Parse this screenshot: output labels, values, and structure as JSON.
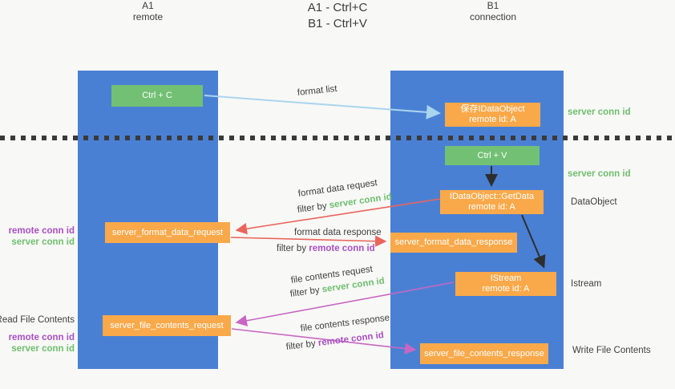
{
  "title": {
    "line1": "A1 - Ctrl+C",
    "line2": "B1 - Ctrl+V"
  },
  "lifelines": {
    "a1": {
      "name": "A1",
      "subtitle": "remote"
    },
    "b1": {
      "name": "B1",
      "subtitle": "connection"
    }
  },
  "nodes": {
    "ctrl_c": {
      "label": "Ctrl + C"
    },
    "save_idataobject": {
      "line1": "保存IDataObject",
      "line2": "remote id: A"
    },
    "ctrl_v": {
      "label": "Ctrl + V"
    },
    "getdata": {
      "line1": "IDataObject::GetData",
      "line2": "remote id: A"
    },
    "format_request": {
      "label": "server_format_data_request"
    },
    "format_response": {
      "label": "server_format_data_response"
    },
    "istream": {
      "line1": "IStream",
      "line2": "remote id: A"
    },
    "file_request": {
      "label": "server_file_contents_request"
    },
    "file_response": {
      "label": "server_file_contents_response"
    }
  },
  "arrows": {
    "format_list": {
      "label": "format list"
    },
    "format_data_request": {
      "label": "format data request",
      "filter_prefix": "filter by ",
      "filter_key": "server conn id"
    },
    "format_data_response": {
      "label": "format data response",
      "filter_prefix": "filter by ",
      "filter_key": "remote conn id"
    },
    "file_contents_request": {
      "label": "file contents request",
      "filter_prefix": "filter by ",
      "filter_key": "server conn id"
    },
    "file_contents_response": {
      "label": "file contents response",
      "filter_prefix": "filter by ",
      "filter_key": "remote conn id"
    }
  },
  "side_labels": {
    "right_top_conn": "server conn id",
    "right_mid_conn": "server conn id",
    "data_object": "DataObject",
    "istream": "Istream",
    "write_file_contents": "Write File Contents",
    "read_file_contents": "Read File Contents",
    "left_format_remote": "remote conn id",
    "left_format_server": "server conn id",
    "left_file_remote": "remote conn id",
    "left_file_server": "server conn id"
  },
  "colors": {
    "lifeline_blue": "#4a80d4",
    "node_orange": "#f9a94a",
    "node_green": "#72c074",
    "conn_id_green": "#6fbf6f",
    "conn_id_purple": "#a94fc3",
    "request_arrow_red": "#e9655c",
    "file_arrow_magenta": "#c767c3",
    "format_list_arrow_blue": "#a9d5ef",
    "black_arrow": "#2e2e2e",
    "background": "#f8f8f6"
  }
}
